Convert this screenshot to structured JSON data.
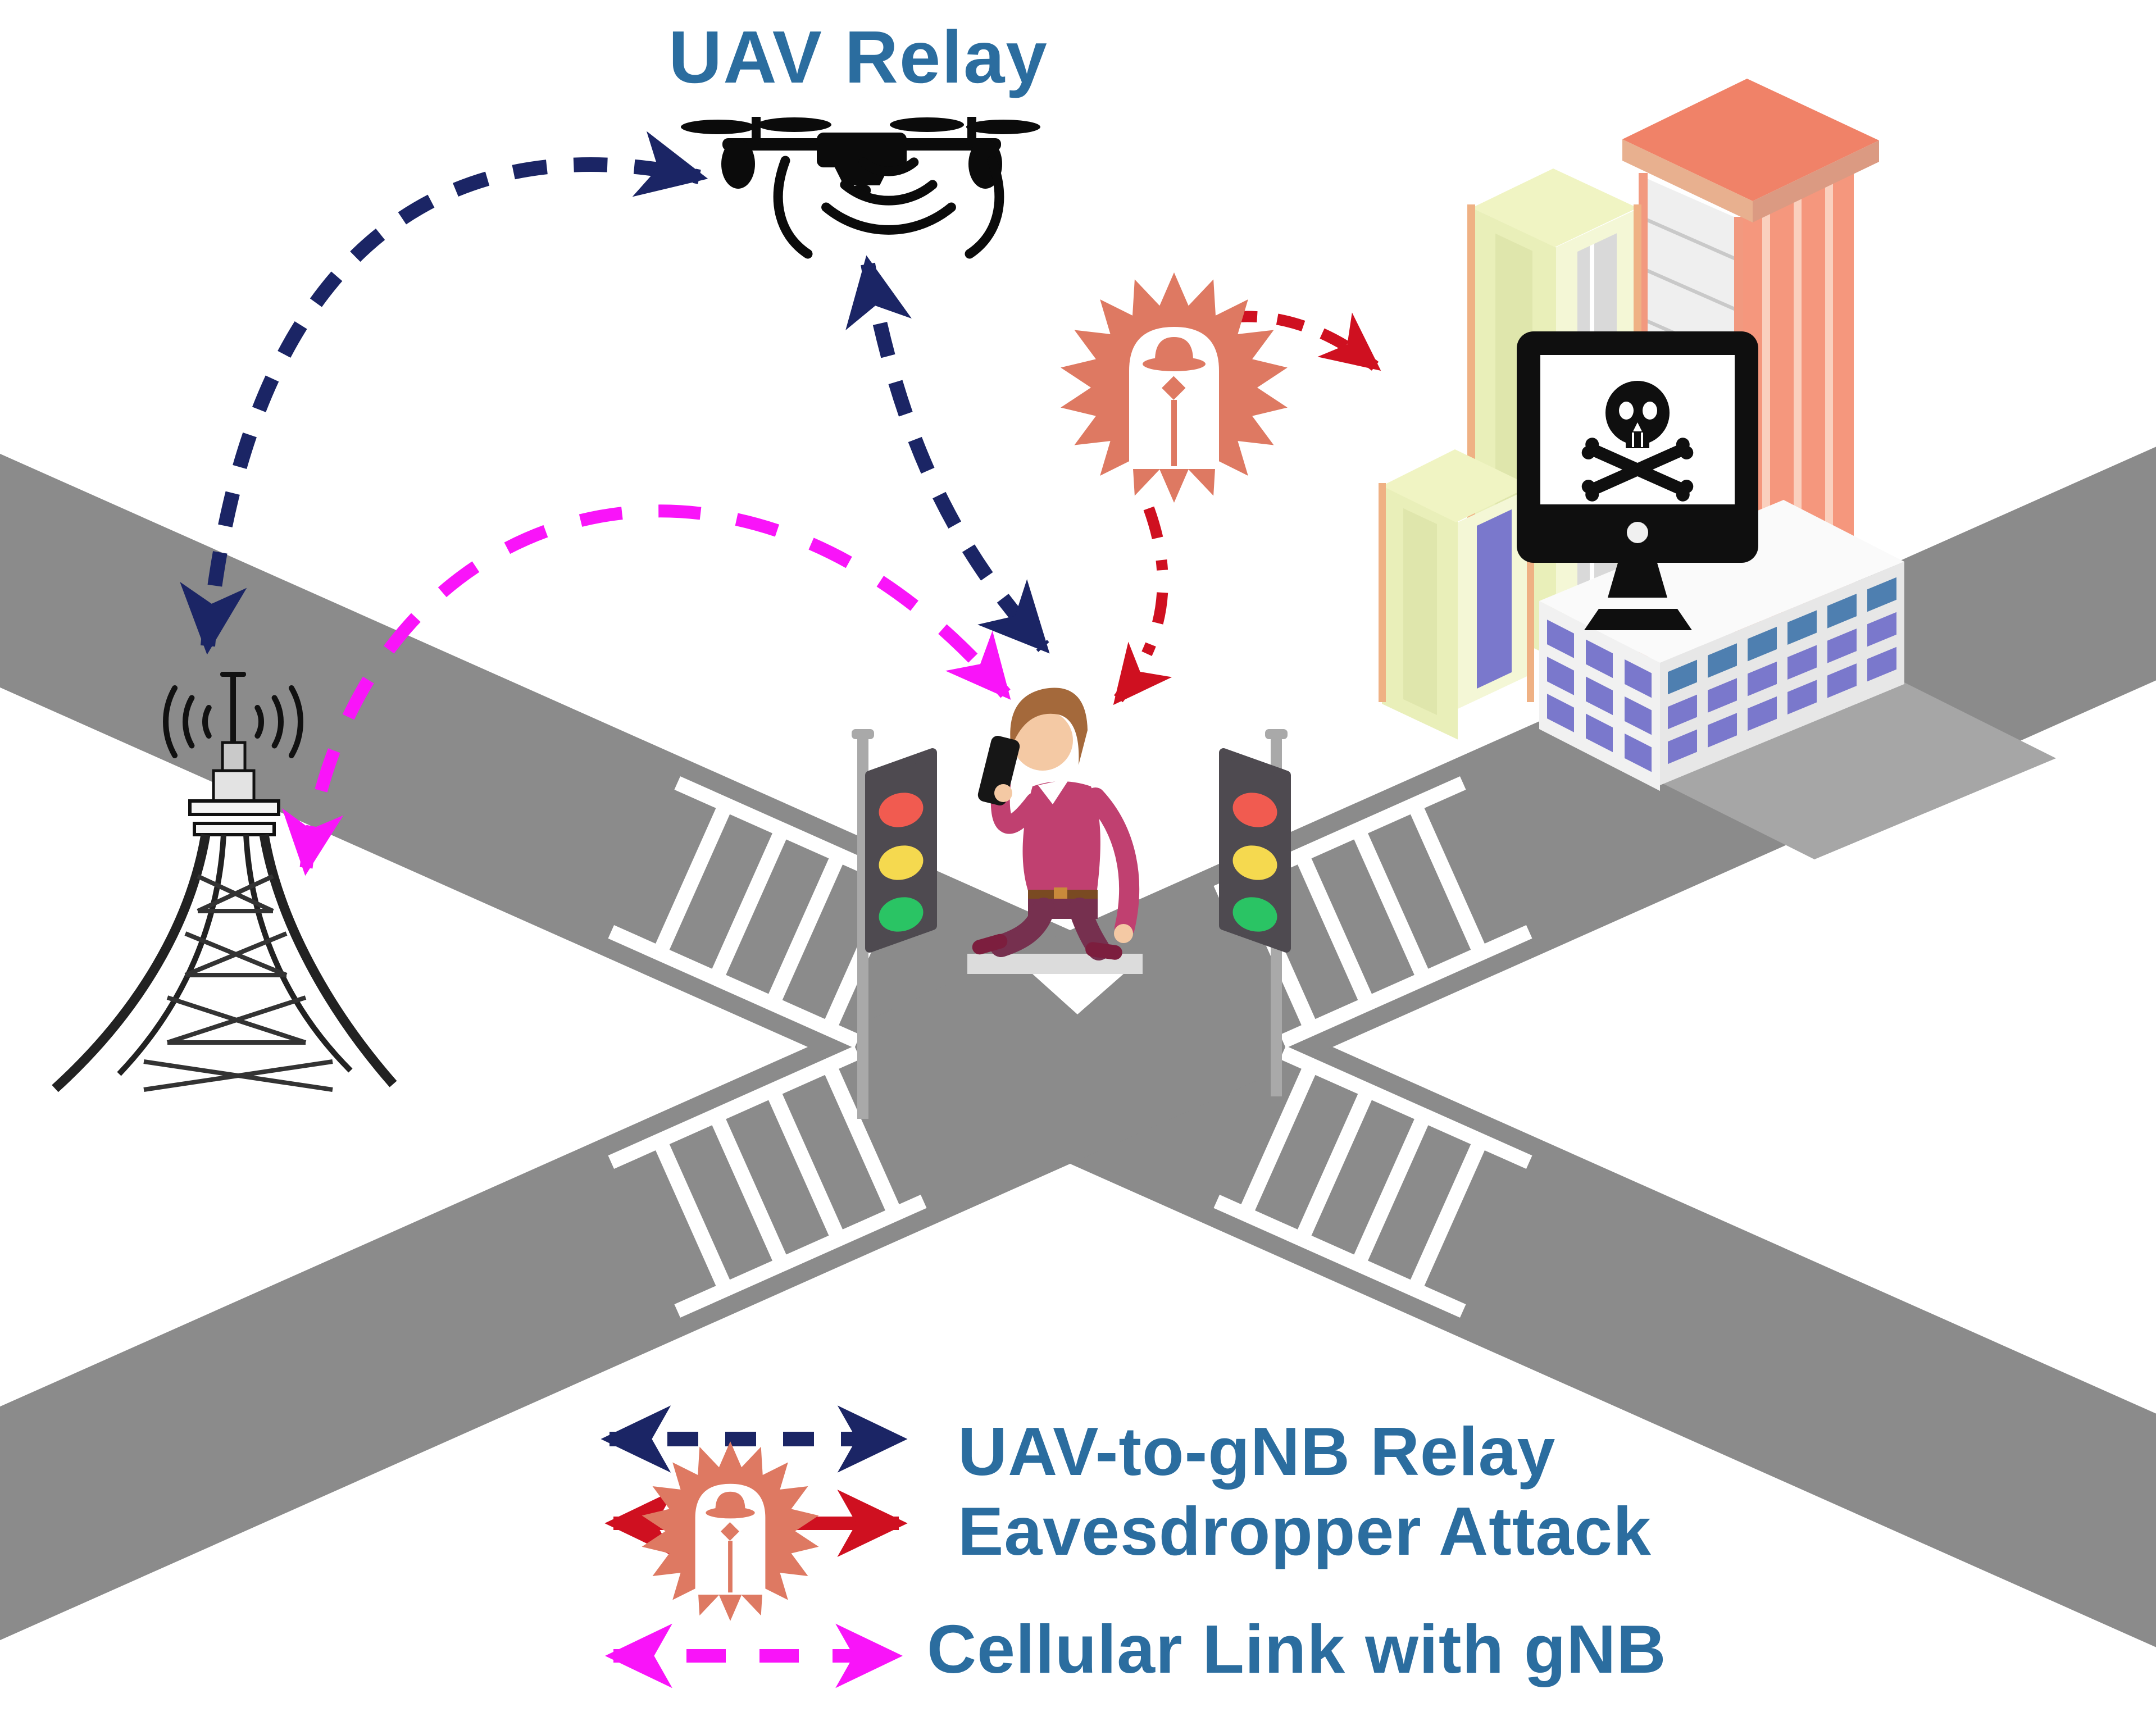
{
  "title": {
    "text": "UAV Relay"
  },
  "legend": {
    "text_color": "#2B6D9F",
    "items": [
      {
        "id": "uav-to-gnb-relay",
        "label": "UAV-to-gNB Relay",
        "color": "#1B2565",
        "line_style": "dashed-double-arrow"
      },
      {
        "id": "eavesdropper-attack",
        "label": "Eavesdropper Attack",
        "color": "#CF1020",
        "line_style": "solid-double-arrow-with-sun"
      },
      {
        "id": "cellular-link",
        "label": "Cellular Link with gNB",
        "color": "#F914F9",
        "line_style": "dashed-double-arrow"
      }
    ]
  },
  "colors": {
    "relay_navy": "#1B2565",
    "attack_red": "#CF1020",
    "cellular_magenta": "#F914F9",
    "eavesdropper_salmon": "#DE7962",
    "road_gray": "#8B8B8B",
    "title_blue": "#2B6D9F",
    "traffic_red": "#F15B50",
    "traffic_yellow": "#F5D94F",
    "traffic_green": "#2AC464",
    "sweater_pink": "#C04070",
    "pants_maroon": "#76304F",
    "building_salmon": "#F5977D",
    "building_yellow_green": "#E9EFB9",
    "window_purple": "#7A78CC",
    "window_blue": "#4E7FB0"
  },
  "icons": {
    "uav": "uav-drone-icon",
    "gnb": "gnb-tower-icon",
    "pedestrian": "pedestrian-phone-icon",
    "eavesdropper": "eavesdropper-sun-icon",
    "hacked_monitor": "monitor-skull-icon",
    "skull": "skull-crossbones-icon",
    "traffic_light": "traffic-light-icon",
    "buildings": "city-buildings-icon",
    "road": "road-intersection",
    "crosswalk": "crosswalk-icon",
    "uav_signal": "wifi-waves-icon",
    "gnb_signal": "radio-waves-icon"
  }
}
